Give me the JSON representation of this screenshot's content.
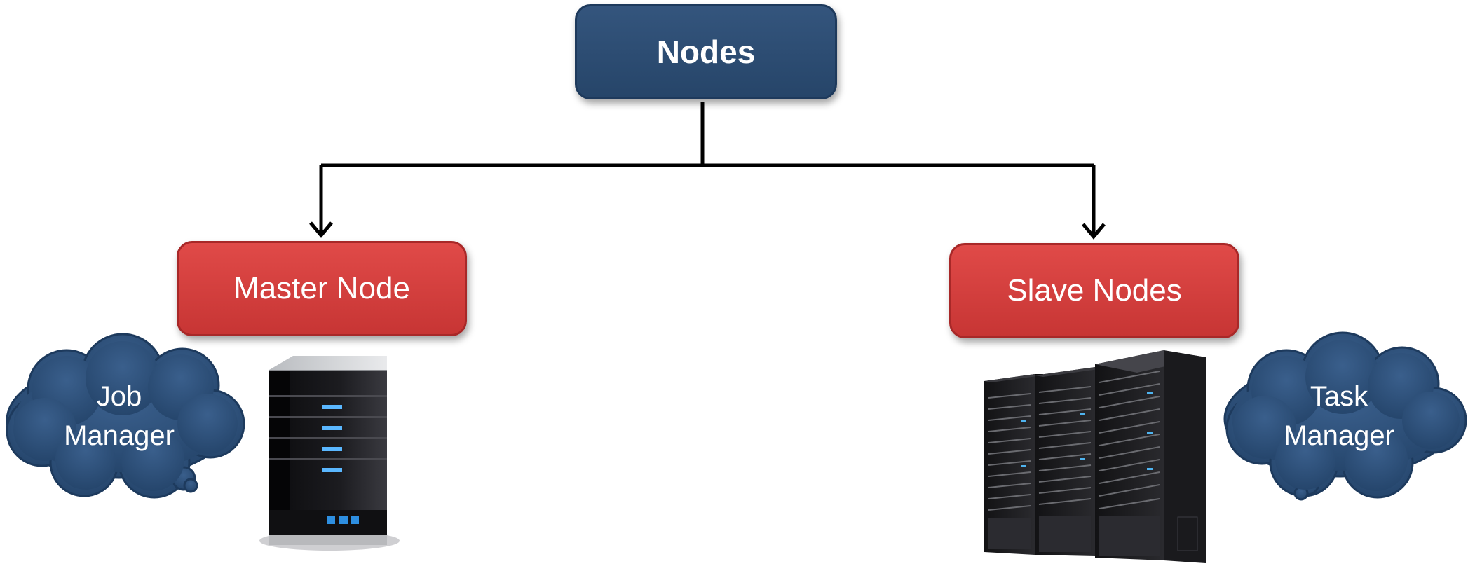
{
  "diagram": {
    "root": {
      "label": "Nodes"
    },
    "children": [
      {
        "label": "Master Node",
        "role_text": [
          "Job",
          "Manager"
        ]
      },
      {
        "label": "Slave Nodes",
        "role_text": [
          "Task",
          "Manager"
        ]
      }
    ]
  },
  "colors": {
    "root_fill": "#2c4d74",
    "node_fill": "#d63f3e",
    "cloud_fill": "#2b4d76",
    "connector": "#000000"
  },
  "icons": [
    "single-server-tower-icon",
    "server-rack-cluster-icon",
    "thought-cloud-icon"
  ]
}
